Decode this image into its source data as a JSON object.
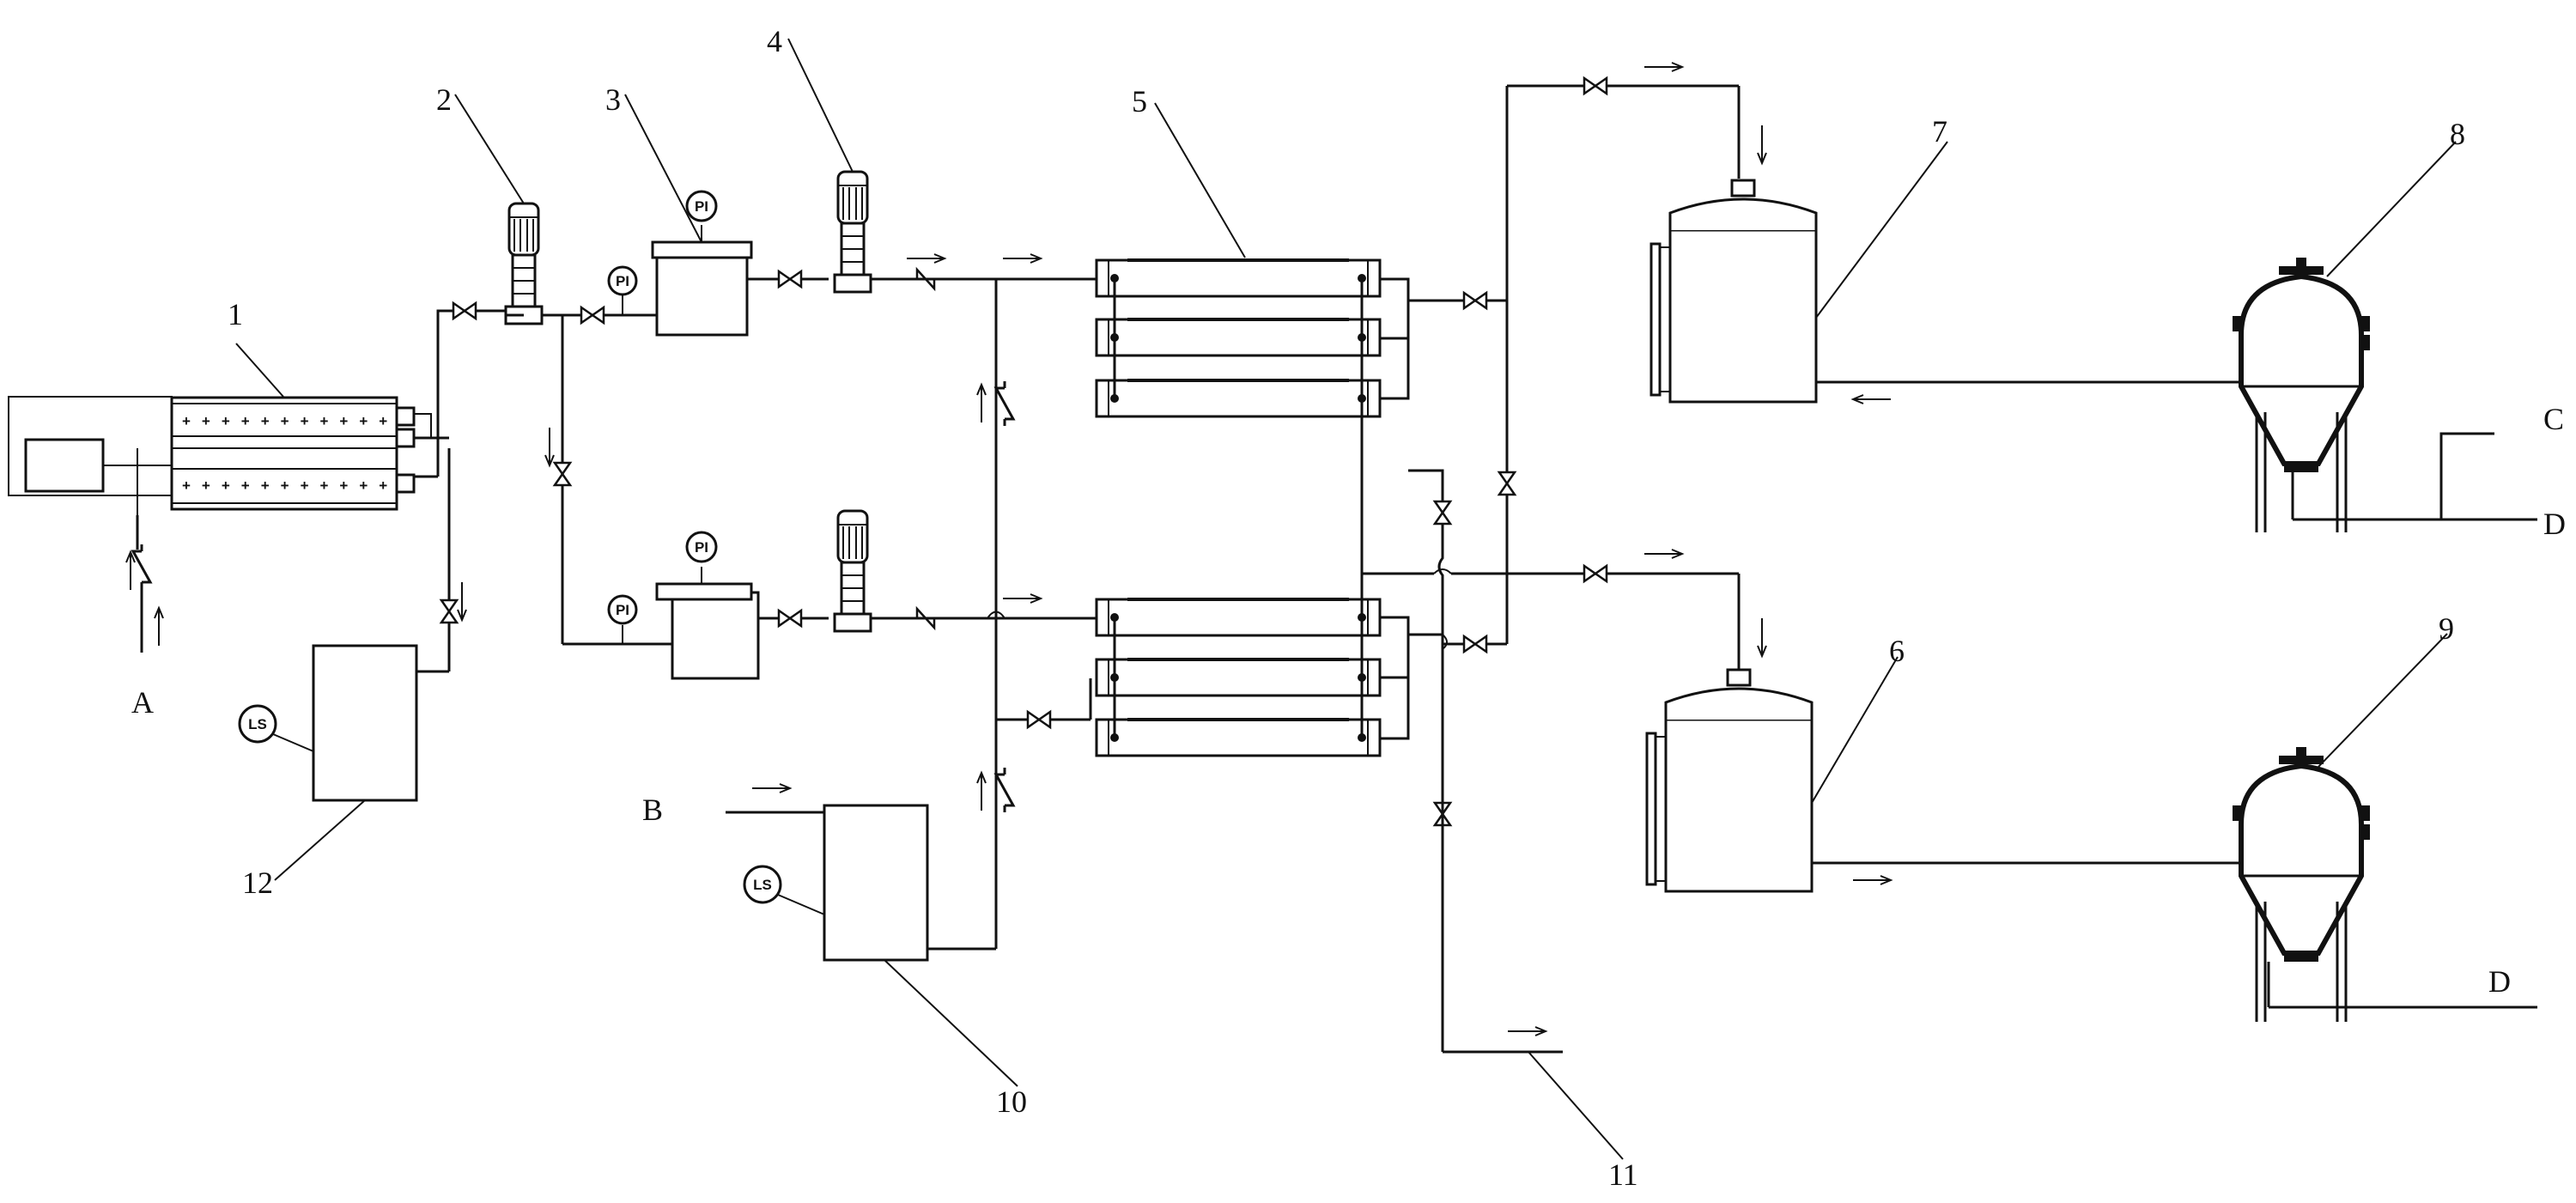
{
  "numbers": {
    "n1": "1",
    "n2": "2",
    "n3": "3",
    "n4": "4",
    "n5": "5",
    "n6": "6",
    "n7": "7",
    "n8": "8",
    "n9": "9",
    "n10": "10",
    "n11": "11",
    "n12": "12"
  },
  "letters": {
    "a": "A",
    "b": "B",
    "c": "C",
    "d1": "D",
    "d2": "D"
  },
  "instruments": {
    "pi": "PI",
    "ls": "LS"
  },
  "colors": {
    "line": "#111111",
    "background": "#ffffff"
  }
}
